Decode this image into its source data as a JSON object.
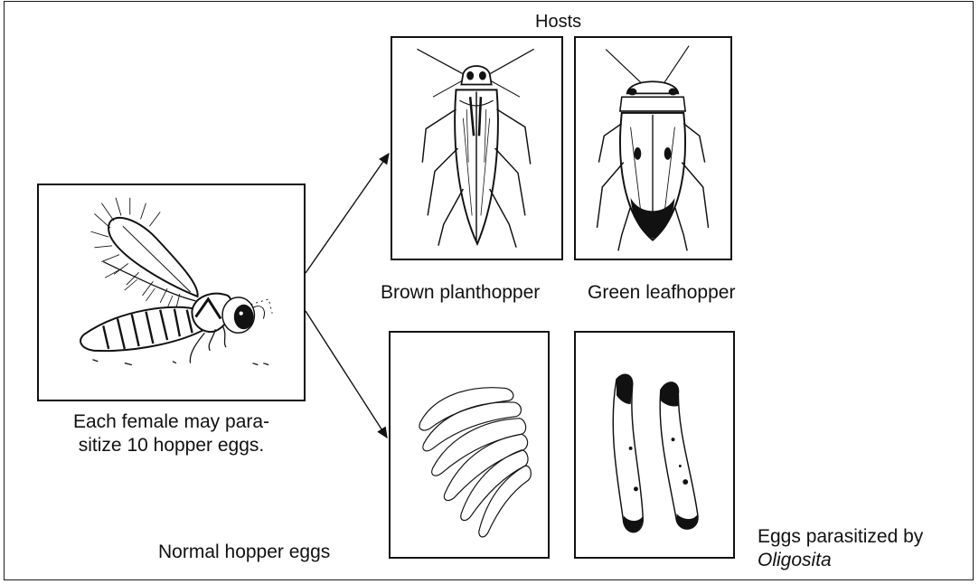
{
  "hosts_heading": "Hosts",
  "wasp_caption": {
    "line1": "Each female may para-",
    "line2": "sitize 10 hopper eggs."
  },
  "host_labels": {
    "brown_planthopper": "Brown planthopper",
    "green_leafhopper": "Green leafhopper"
  },
  "egg_labels": {
    "normal": "Normal hopper eggs",
    "parasitized_line1": "Eggs parasitized by",
    "parasitized_line2": "Oligosita"
  },
  "colors": {
    "ink": "#111111",
    "background": "#ffffff"
  }
}
